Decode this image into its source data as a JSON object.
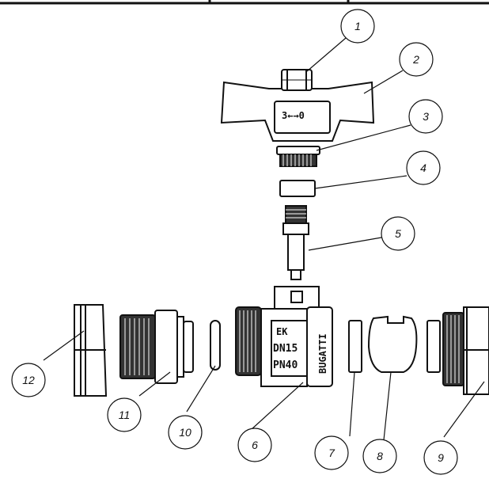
{
  "callouts": {
    "c1": "1",
    "c2": "2",
    "c3": "3",
    "c4": "4",
    "c5": "5",
    "c6": "6",
    "c7": "7",
    "c8": "8",
    "c9": "9",
    "c10": "10",
    "c11": "11",
    "c12": "12"
  },
  "body_marks": {
    "line1": "DN15",
    "line2": "PN40",
    "brand": "BUGATTI"
  },
  "colors": {
    "line": "#111111",
    "fill": "#ffffff",
    "shade": "#d9d9d9"
  }
}
